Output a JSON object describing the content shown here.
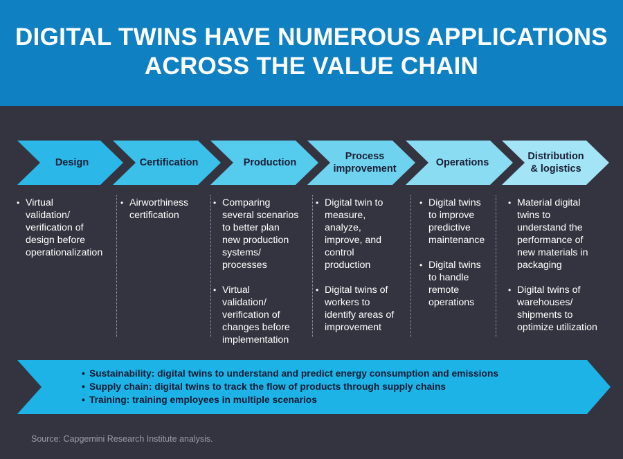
{
  "title": {
    "line1": "DIGITAL TWINS HAVE NUMEROUS APPLICATIONS",
    "line2": "ACROSS THE VALUE CHAIN"
  },
  "stages": [
    {
      "label_lines": [
        "Design"
      ],
      "color": "#2BB7E8",
      "items": [
        "Virtual\nvalidation/\nverification of\ndesign before\noperationalization"
      ]
    },
    {
      "label_lines": [
        "Certification"
      ],
      "color": "#3BC0EA",
      "items": [
        "Airworthiness\ncertification"
      ]
    },
    {
      "label_lines": [
        "Production"
      ],
      "color": "#55CBEE",
      "items": [
        "Comparing\nseveral scenarios\nto better plan\nnew production\nsystems/\nprocesses",
        "Virtual\nvalidation/\nverification of\nchanges before\nimplementation"
      ]
    },
    {
      "label_lines": [
        "Process",
        "improvement"
      ],
      "color": "#6FD3F0",
      "items": [
        "Digital twin to\nmeasure,\nanalyze,\nimprove, and\ncontrol\nproduction",
        "Digital twins of\nworkers to\nidentify areas of\nimprovement"
      ]
    },
    {
      "label_lines": [
        "Operations"
      ],
      "color": "#8ADCF3",
      "items": [
        "Digital twins\nto improve\npredictive\nmaintenance",
        "Digital twins\nto handle\nremote\noperations"
      ]
    },
    {
      "label_lines": [
        "Distribution",
        "& logistics"
      ],
      "color": "#A3E4F6",
      "items": [
        "Material digital\ntwins to\nunderstand the\nperformance of\nnew materials in\npackaging",
        "Digital twins of\nwarehouses/\nshipments to\noptimize utilization"
      ]
    }
  ],
  "bottom_banner": {
    "color": "#1DB3E6",
    "items": [
      "Sustainability: digital twins to understand and predict energy consumption and emissions",
      "Supply chain: digital twins to track the flow of products through supply chains",
      "Training: training employees in multiple scenarios"
    ]
  },
  "source": "Source: Capgemini Research Institute analysis."
}
